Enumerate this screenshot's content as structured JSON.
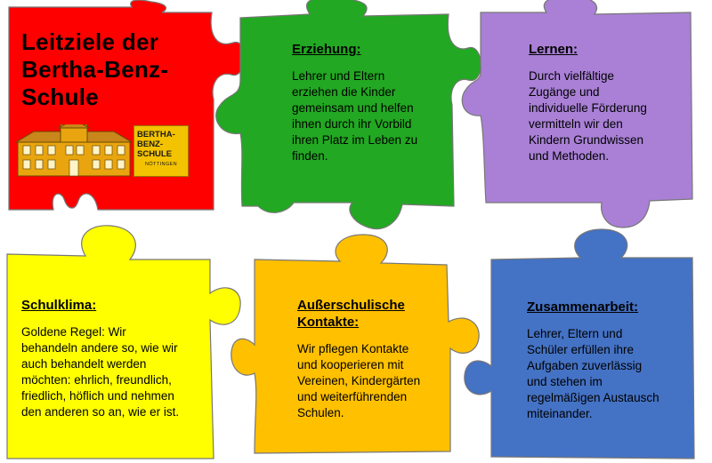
{
  "pieces": {
    "header": {
      "title_lines": [
        "Leitziele der",
        "Bertha-Benz-",
        "Schule"
      ],
      "logo_lines": [
        "BERTHA-",
        "BENZ-",
        "SCHULE"
      ],
      "logo_sub": "NÖTTINGEN",
      "color": "#ff0000"
    },
    "erziehung": {
      "heading": "Erziehung:",
      "lines": [
        "Lehrer und Eltern",
        "erziehen die Kinder",
        "gemeinsam und helfen",
        "ihnen durch ihr Vorbild",
        "ihren Platz im Leben zu",
        "finden."
      ],
      "color": "#22a822"
    },
    "lernen": {
      "heading": "Lernen:",
      "lines": [
        "Durch vielfältige",
        "Zugänge und",
        "individuelle Förderung",
        "vermitteln wir den",
        "Kindern Grundwissen",
        "und Methoden."
      ],
      "color": "#a980d6"
    },
    "schulklima": {
      "heading": "Schulklima:",
      "lines": [
        "Goldene Regel: Wir",
        "behandeln andere so, wie wir",
        "auch behandelt werden",
        "möchten: ehrlich, freundlich,",
        "friedlich, höflich und nehmen",
        "den anderen so an, wie er ist."
      ],
      "color": "#ffff00"
    },
    "kontakte": {
      "heading_lines": [
        "Außerschulische",
        "Kontakte:"
      ],
      "lines": [
        "Wir pflegen Kontakte",
        "und kooperieren mit",
        "Vereinen, Kindergärten",
        "und weiterführenden",
        "Schulen."
      ],
      "color": "#ffc000"
    },
    "zusammenarbeit": {
      "heading": "Zusammenarbeit:",
      "lines": [
        "Lehrer, Eltern und",
        "Schüler erfüllen ihre",
        "Aufgaben zuverlässig",
        "und stehen im",
        "regelmäßigen Austausch",
        "miteinander."
      ],
      "color": "#4472c4"
    }
  }
}
